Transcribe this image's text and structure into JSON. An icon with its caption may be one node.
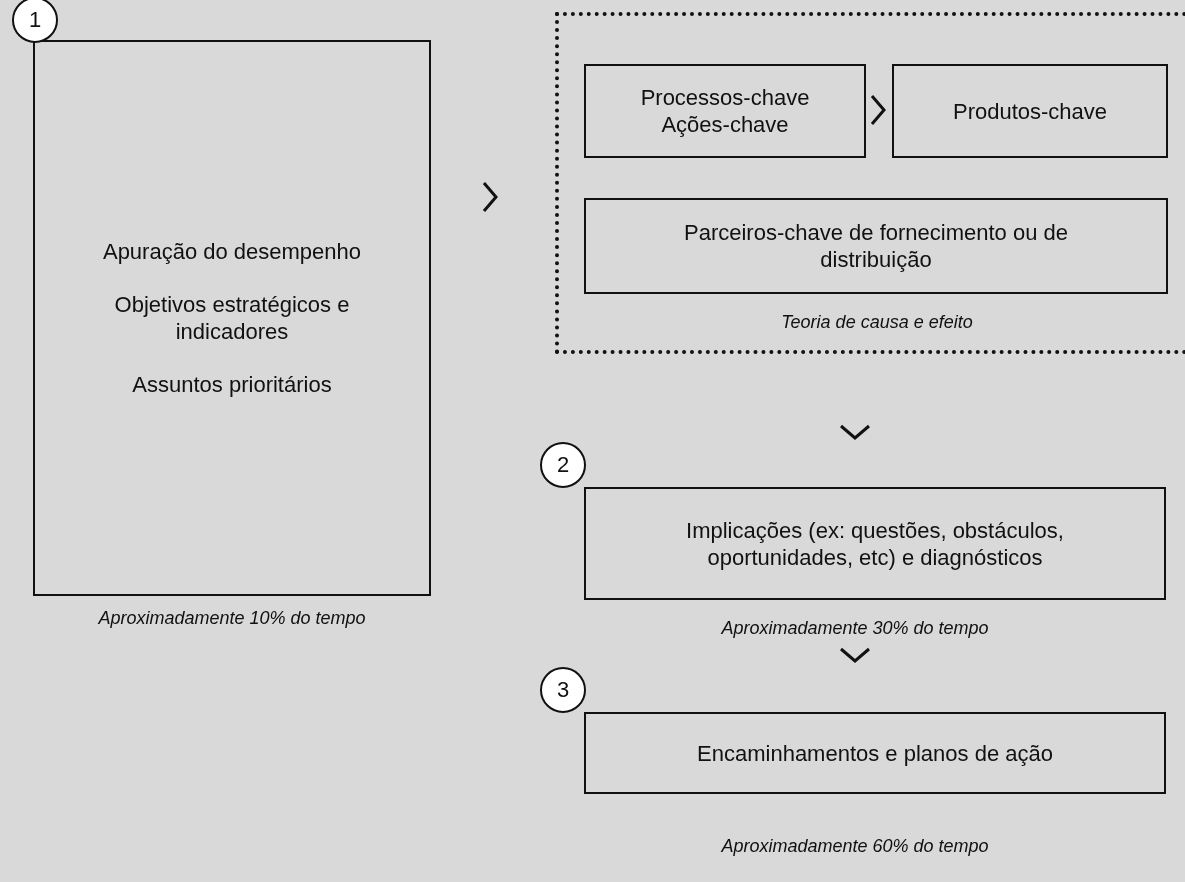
{
  "diagram": {
    "nodes": [
      {
        "text": [
          "Apuração do desempenho",
          "Objetivos estratégicos e indicadores",
          "Assuntos prioritários"
        ],
        "beside": [
          "Aproximadamente 10% do tempo"
        ]
      },
      {
        "text": [
          "1"
        ]
      },
      {
        "text": [
          "Teoria de causa e efeito"
        ]
      },
      {
        "text": [
          "Processos-chave",
          "Ações-chave"
        ],
        "in": 2
      },
      {
        "text": [
          "Produtos-chave"
        ],
        "in": 2
      },
      {
        "text": [
          "Parceiros-chave de fornecimento ou de distribuição"
        ],
        "in": 2
      },
      {
        "text": [
          "Implicações (ex: questões, obstáculos, oportunidades, etc) e diagnósticos"
        ],
        "beside": [
          "Aproximadamente 30% do tempo"
        ]
      },
      {
        "text": [
          "2"
        ]
      },
      {
        "text": [
          "Encaminhamentos e planos de ação"
        ],
        "beside": [
          "Aproximadamente 60% do tempo"
        ]
      },
      {
        "text": [
          "3"
        ]
      }
    ],
    "edges": [
      {
        "from": 0,
        "to": 2,
        "arrow": "to"
      },
      {
        "from": 3,
        "to": 4,
        "arrow": "to"
      },
      {
        "from": 2,
        "to": 6,
        "arrow": "to"
      },
      {
        "from": 6,
        "to": 8,
        "arrow": "to"
      }
    ]
  }
}
